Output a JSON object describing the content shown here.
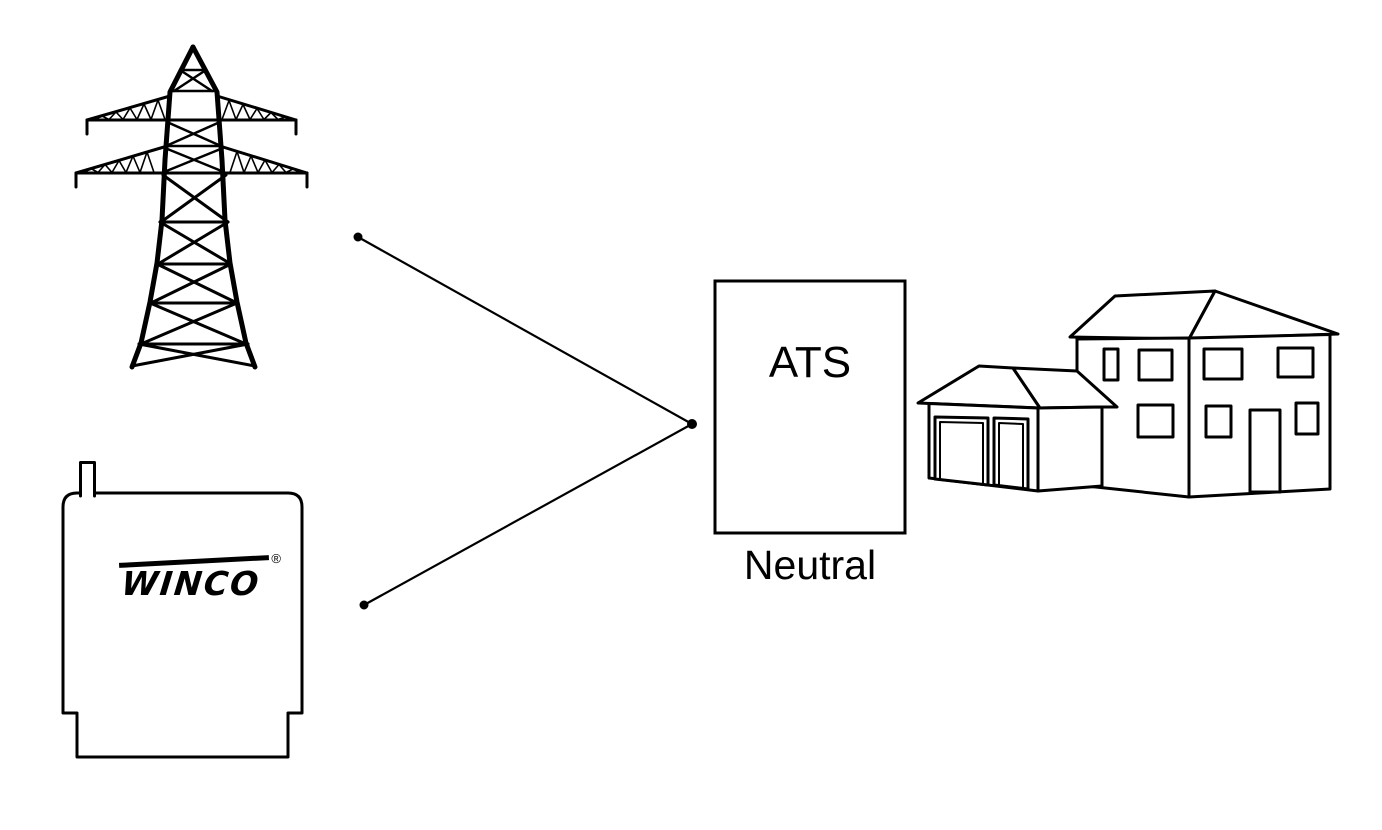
{
  "canvas": {
    "background_color": "#ffffff",
    "stroke_color": "#000000"
  },
  "ats": {
    "label": "ATS",
    "neutral_label": "Neutral"
  },
  "generator": {
    "brand": "WINCO",
    "registered_mark": "®"
  },
  "figures": {
    "tower_icon": "transmission-tower-icon",
    "generator_icon": "standby-generator-icon",
    "ats_box": "automatic-transfer-switch-box",
    "house_icon": "house-with-garage-icon",
    "connection_node_count": 3
  }
}
